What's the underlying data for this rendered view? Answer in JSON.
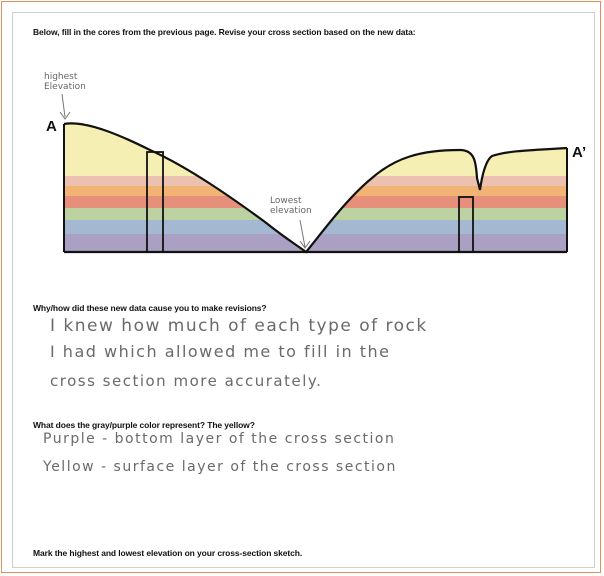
{
  "instructions": "Below, fill in the cores from the previous page. Revise your cross section based on the new data:",
  "sketch": {
    "label_left": "A",
    "label_right": "A’",
    "highest_note_line1": "highest",
    "highest_note_line2": "Elevation",
    "lowest_note_line1": "Lowest",
    "lowest_note_line2": "elevation",
    "layer_colors": {
      "yellow": "#f3ea9a",
      "pink": "#e8b2ad",
      "orange": "#f0a060",
      "red": "#e0706a",
      "green": "#a8c89a",
      "blue": "#8aa6dc",
      "purple": "#8f86c8",
      "outline": "#111111"
    }
  },
  "question1": {
    "prompt": "Why/how did these new data cause you to make revisions?",
    "answer_lines": [
      "I knew how much of each type of rock",
      "I had which allowed me to fill in the",
      "cross section more accurately."
    ]
  },
  "question2": {
    "prompt": "What does the gray/purple color represent? The yellow?",
    "answer_lines": [
      "Purple - bottom layer of the cross section",
      "Yellow - surface layer of the cross section"
    ]
  },
  "question3": {
    "prompt": "Mark the highest and lowest elevation on your cross-section sketch."
  }
}
